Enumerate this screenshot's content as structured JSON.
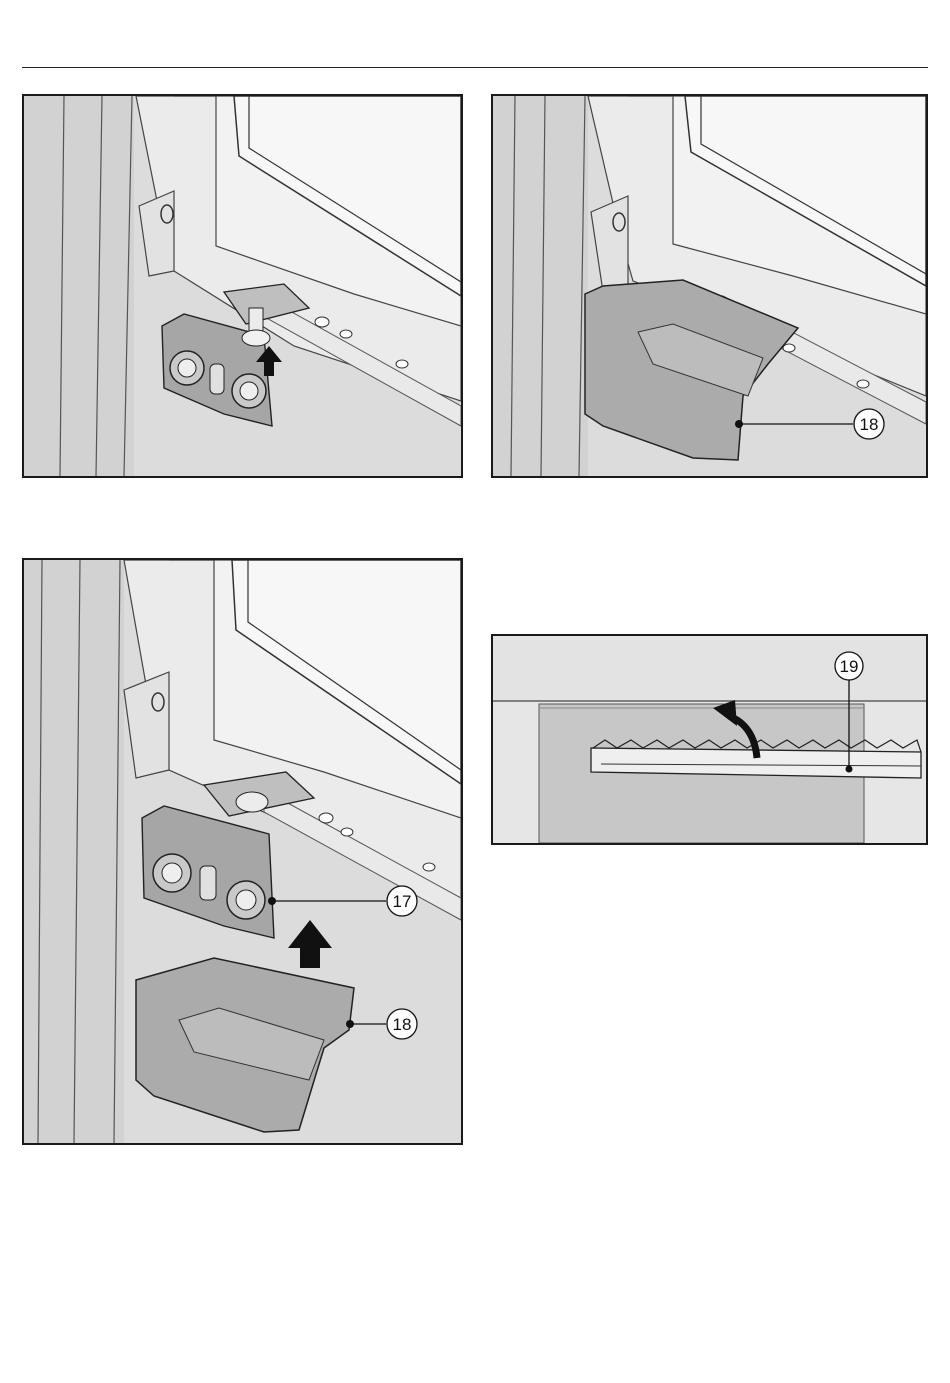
{
  "figures": [
    {
      "id": "hinge-screw",
      "callouts": []
    },
    {
      "id": "cover-fitted",
      "callouts": [
        "18"
      ]
    },
    {
      "id": "cover-removal",
      "callouts": [
        "17",
        "18"
      ]
    },
    {
      "id": "strip-removal",
      "callouts": [
        "19"
      ]
    }
  ]
}
